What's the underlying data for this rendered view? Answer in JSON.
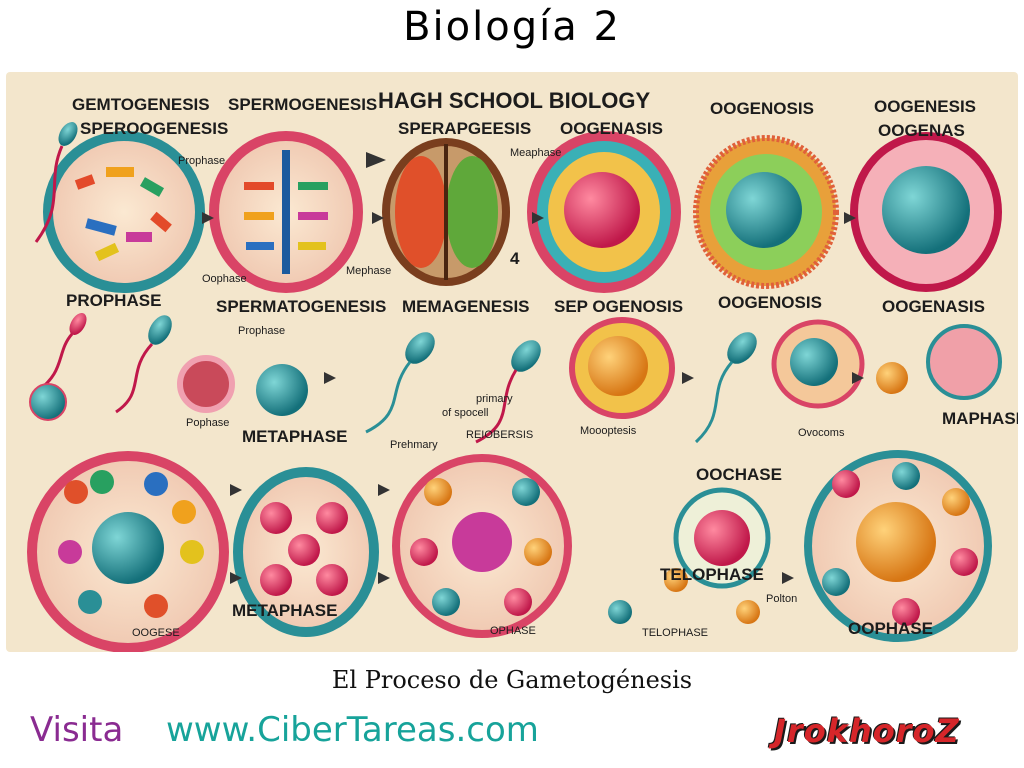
{
  "header": {
    "title": "Biología 2"
  },
  "figure": {
    "top_labels": [
      "GEMTOGENESIS",
      "SPERMOGENESIS",
      "HAGH SCHOOL BIOLOGY",
      "OOGENOSIS",
      "OOGENESIS"
    ],
    "sub_labels": [
      "SPEROOGENESIS",
      "SPERAPGEESIS",
      "OOGENASIS",
      "OOGENAS"
    ],
    "row2_labels": [
      "PROPHASE",
      "SPERMATOGENESIS",
      "MEMAGENESIS",
      "SEP OGENOSIS",
      "OOGENOSIS",
      "OOGENASIS"
    ],
    "small_labels": {
      "prophase_1": "Prophase",
      "meaphase": "Meaphase",
      "mephase": "Mephase",
      "oophase": "Oophase",
      "pophase": "Pophase",
      "metaphase": "METAPHASE",
      "prophase_2": "Prophase",
      "primary": "primary",
      "of_spocell": "of spocell",
      "mooptesis": "Moooptesis",
      "ovocoms": "Ovocoms",
      "maphase": "MAPHASE",
      "oochase": "OOCHASE",
      "telophase_1": "TELOPHASE",
      "telophase_2": "TELOPHASE",
      "ophase_1": "OPHASE",
      "oophase_2": "OOPHASE",
      "metaphase_2": "METAPHASE",
      "polton": "Polton",
      "oogese": "OOGESE",
      "prehmary": "Prehmary",
      "replobersis": "REIOBERSIS",
      "four": "4"
    }
  },
  "caption": "El  Proceso de Gametogénesis",
  "footer": {
    "visit_label": "Visita",
    "url": "www.CiberTareas.com",
    "logo_text": "JrokhoroZ"
  }
}
